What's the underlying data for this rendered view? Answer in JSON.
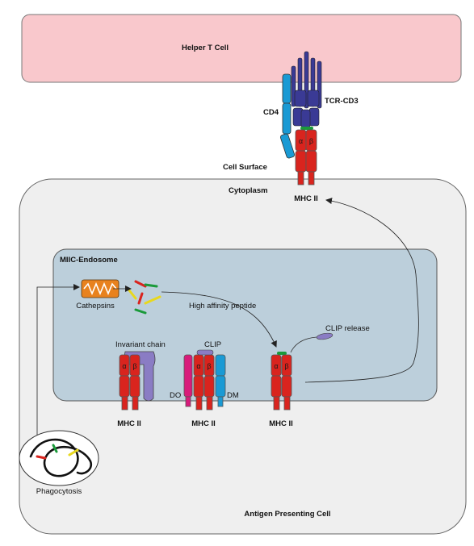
{
  "labels": {
    "helper_t_cell": "Helper T Cell",
    "tcr_cd3": "TCR-CD3",
    "cd4": "CD4",
    "cell_surface": "Cell Surface",
    "cytoplasm": "Cytoplasm",
    "miic_endosome": "MIIC-Endosome",
    "cathepsins": "Cathepsins",
    "high_affinity_peptide": "High affinity peptide",
    "clip_release": "CLIP release",
    "invariant_chain": "Invariant chain",
    "clip": "CLIP",
    "do": "DO",
    "dm": "DM",
    "mhc_ii": "MHC II",
    "phagocytosis": "Phagocytosis",
    "antigen_presenting_cell": "Antigen Presenting Cell",
    "alpha": "α",
    "beta": "β"
  },
  "colors": {
    "helper_cell_fill": "#f9c8cc",
    "apc_fill": "#efefef",
    "endosome_fill": "#bccfdb",
    "mhc_red": "#d9241e",
    "tcr_purple": "#3a3a95",
    "cd4_blue": "#1a9ad4",
    "do_magenta": "#d81b7b",
    "invariant_purple": "#8a7cc4",
    "cathepsin_orange": "#e8821e",
    "peptide_green": "#1a9a3a",
    "peptide_yellow": "#e8d81e"
  }
}
